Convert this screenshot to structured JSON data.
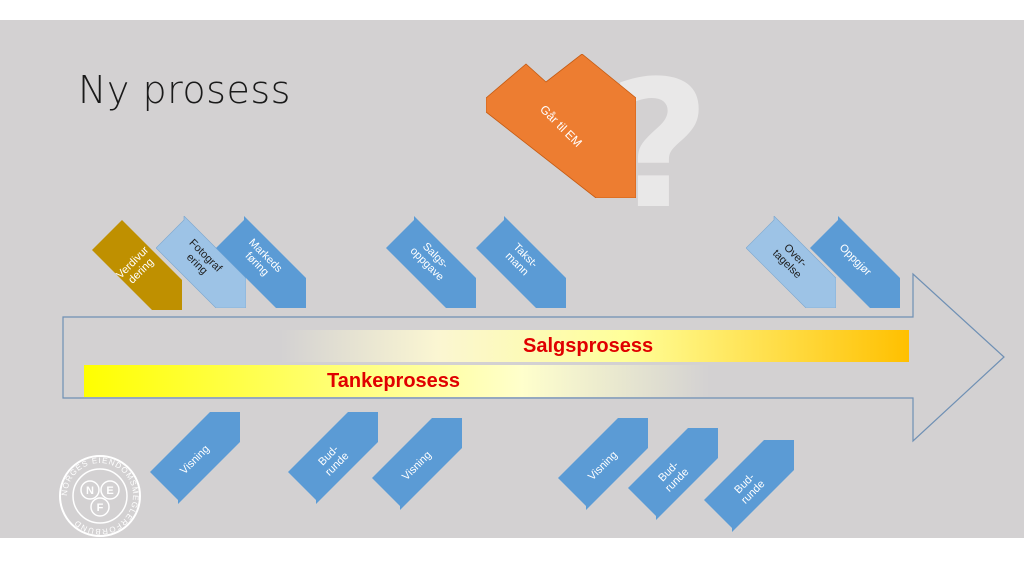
{
  "slide": {
    "title": "Ny prosess",
    "question_mark": "?",
    "colors": {
      "background": "#d3d1d2",
      "chevron_blue": "#5b9bd5",
      "chevron_light": "#9dc3e6",
      "chevron_gold": "#bf9000",
      "chevron_orange": "#ed7d31",
      "label_red": "#e00000"
    }
  },
  "chevrons_top": [
    {
      "label": "Verdivur\ndering",
      "color": "gold"
    },
    {
      "label": "Fotograf\nering",
      "color": "light"
    },
    {
      "label": "Markeds\nføring",
      "color": "blue"
    },
    {
      "label": "Salgs-\noppgave",
      "color": "blue"
    },
    {
      "label": "Takst-\nmann",
      "color": "blue"
    },
    {
      "label": "Over-\ntagelse",
      "color": "light"
    },
    {
      "label": "Oppgjør",
      "color": "blue"
    }
  ],
  "chevrons_bottom": [
    {
      "label": "Visning"
    },
    {
      "label": "Bud-\nrunde"
    },
    {
      "label": "Visning"
    },
    {
      "label": "Visning"
    },
    {
      "label": "Bud-\nrunde"
    },
    {
      "label": "Bud-\nrunde"
    }
  ],
  "orange_chevron": {
    "label": "Går til EM"
  },
  "bars": {
    "salgsprosess": "Salgsprosess",
    "tankeprosess": "Tankeprosess"
  },
  "logo": {
    "text_ring": "NORGES EIENDOMSMEGLERFORBUND",
    "letters": [
      "N",
      "E",
      "F"
    ]
  }
}
